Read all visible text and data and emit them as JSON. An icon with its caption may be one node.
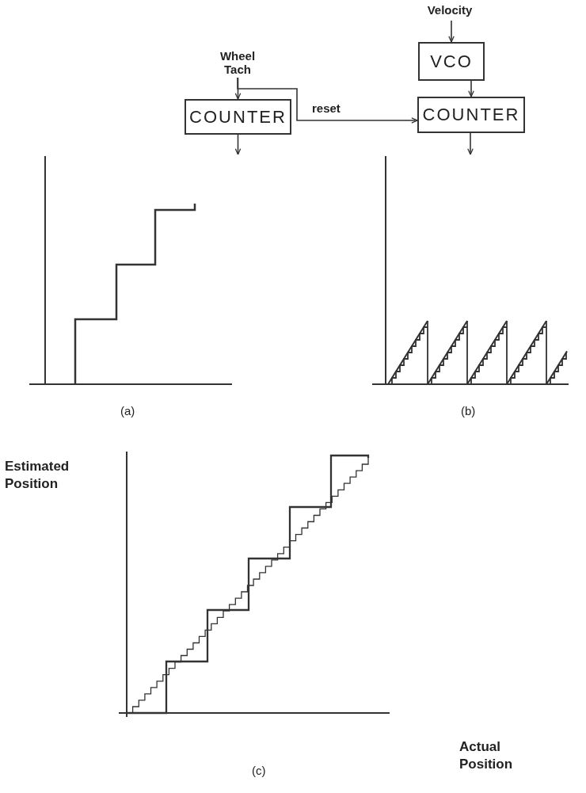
{
  "diagram": {
    "nodes": [
      {
        "text": [
          "Velocity"
        ]
      },
      {
        "text": [
          "Wheel Tach"
        ]
      },
      {
        "text": [
          "VCO"
        ]
      },
      {
        "text": [
          "COUNTER"
        ]
      },
      {
        "text": [
          "COUNTER"
        ]
      },
      {
        "text": [],
        "shape": "picture",
        "beside": [
          "(a)"
        ]
      },
      {
        "text": [],
        "shape": "picture",
        "beside": [
          "(b)"
        ]
      }
    ],
    "edges": [
      {
        "from": 0,
        "to": 2,
        "arrow": "to"
      },
      {
        "from": 1,
        "to": 3,
        "arrow": "to"
      },
      {
        "from": 1,
        "to": 4,
        "arrow": "to",
        "label": "reset"
      },
      {
        "from": 2,
        "to": 4,
        "arrow": "to"
      },
      {
        "from": 3,
        "to": 5,
        "arrow": "to"
      },
      {
        "from": 4,
        "to": 6,
        "arrow": "to"
      }
    ],
    "labels": [
      "Estimated Position",
      "(c)",
      "Actual Position"
    ]
  }
}
